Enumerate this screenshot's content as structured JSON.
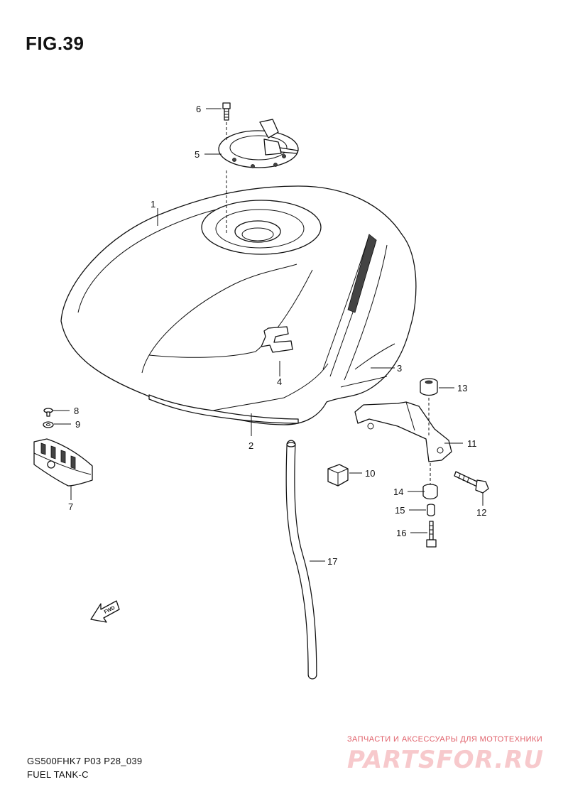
{
  "figure": {
    "title": "FIG.39",
    "model_code": "GS500FHK7 P03 P28_039",
    "subtitle": "FUEL TANK-C"
  },
  "callouts": [
    {
      "id": "1",
      "text": "1"
    },
    {
      "id": "2",
      "text": "2"
    },
    {
      "id": "3",
      "text": "3"
    },
    {
      "id": "4",
      "text": "4"
    },
    {
      "id": "5",
      "text": "5"
    },
    {
      "id": "6",
      "text": "6"
    },
    {
      "id": "7",
      "text": "7"
    },
    {
      "id": "8",
      "text": "8"
    },
    {
      "id": "9",
      "text": "9"
    },
    {
      "id": "10",
      "text": "10"
    },
    {
      "id": "11",
      "text": "11"
    },
    {
      "id": "12",
      "text": "12"
    },
    {
      "id": "13",
      "text": "13"
    },
    {
      "id": "14",
      "text": "14"
    },
    {
      "id": "15",
      "text": "15"
    },
    {
      "id": "16",
      "text": "16"
    },
    {
      "id": "17",
      "text": "17"
    }
  ],
  "fwd_marker": "FWD",
  "watermark": {
    "tagline": "ЗАПЧАСТИ И АКСЕССУАРЫ ДЛЯ МОТОТЕХНИКИ",
    "logo_text": "PARTSFOR.RU"
  },
  "colors": {
    "line": "#111111",
    "watermark_text": "#e0606a",
    "watermark_logo": "#f7c9cc"
  }
}
